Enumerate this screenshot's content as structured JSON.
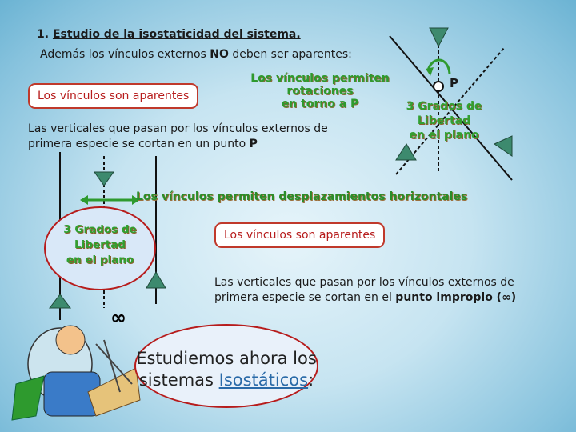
{
  "heading": {
    "number": "1.",
    "text": "Estudio de la isostaticidad del sistema."
  },
  "intro": {
    "before": "Además los vínculos externos ",
    "no": "NO",
    "after": " deben ser aparentes:"
  },
  "top": {
    "box_label": "Los vínculos son aparentes",
    "rotation_line1": "Los vínculos permiten rotaciones",
    "rotation_line2_before": "en torno a ",
    "rotation_line2_point": "P",
    "text_line1": "Las verticales que pasan por los vínculos externos de",
    "text_line2_before": "primera especie se cortan en un punto ",
    "text_line2_point": "P",
    "point_label": "P",
    "dof_line1": "3 Grados de",
    "dof_line2": "Libertad",
    "dof_line3": "en el plano"
  },
  "middle": {
    "horizontal_label": "Los vínculos permiten desplazamientos horizontales",
    "box_label": "Los vínculos son aparentes",
    "text_line1": "Las verticales que pasan por los vínculos externos de",
    "text_line2_before": "primera especie se cortan en el ",
    "text_line2_bold": "punto impropio (∞)",
    "infinity": "∞",
    "dof_line1": "3 Grados de",
    "dof_line2": "Libertad",
    "dof_line3": "en el plano"
  },
  "bottom": {
    "line1": "Estudiemos ahora los",
    "line2_before": "sistemas ",
    "line2_highlight": "Isostáticos",
    "line2_after": ":"
  },
  "colors": {
    "accent_red": "#b71c1c",
    "accent_green": "#2e9a2e",
    "highlight": "#2a6aa8"
  }
}
